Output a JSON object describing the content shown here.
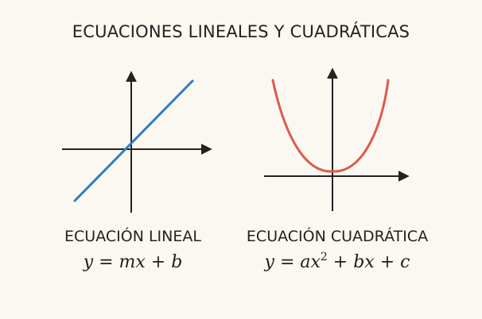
{
  "title": "ECUACIONES LINEALES Y CUADRÁTICAS",
  "colors": {
    "background": "#fbf8f2",
    "axis": "#222222",
    "linear_line": "#2f7dc0",
    "parabola": "#de5a4c"
  },
  "linear": {
    "label": "ECUACIÓN LINEAL",
    "formula": "y = mx + b"
  },
  "quadratic": {
    "label": "ECUACIÓN CUADRÁTICA",
    "formula_main": "y = ax",
    "formula_exp": "2",
    "formula_tail": " + bx + c"
  }
}
